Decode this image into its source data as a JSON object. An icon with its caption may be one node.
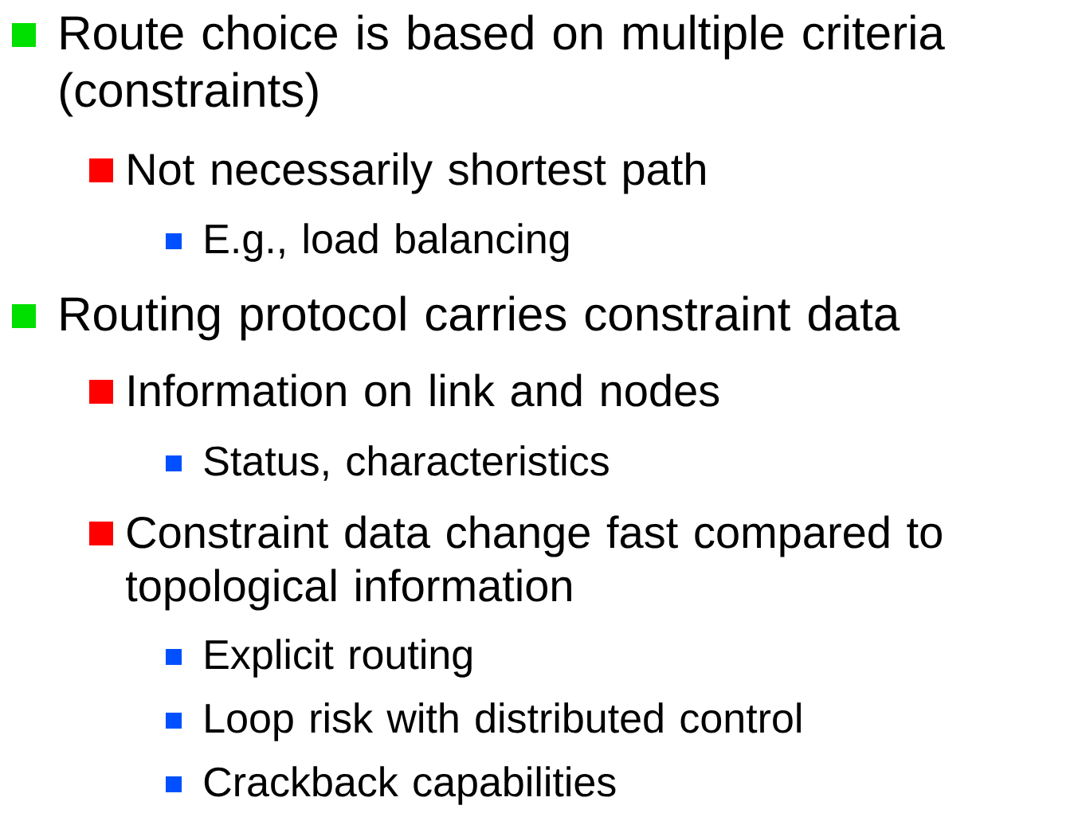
{
  "diagram": {
    "labels": [
      "Route choice is based on multiple criteria (constraints)",
      "Not necessarily shortest path",
      "E.g., load balancing",
      "Routing protocol carries constraint data",
      "Information on link and nodes",
      "Status, characteristics",
      "Constraint data change fast compared to topological information",
      "Explicit routing",
      "Loop risk with distributed control",
      "Crackback capabilities"
    ]
  }
}
